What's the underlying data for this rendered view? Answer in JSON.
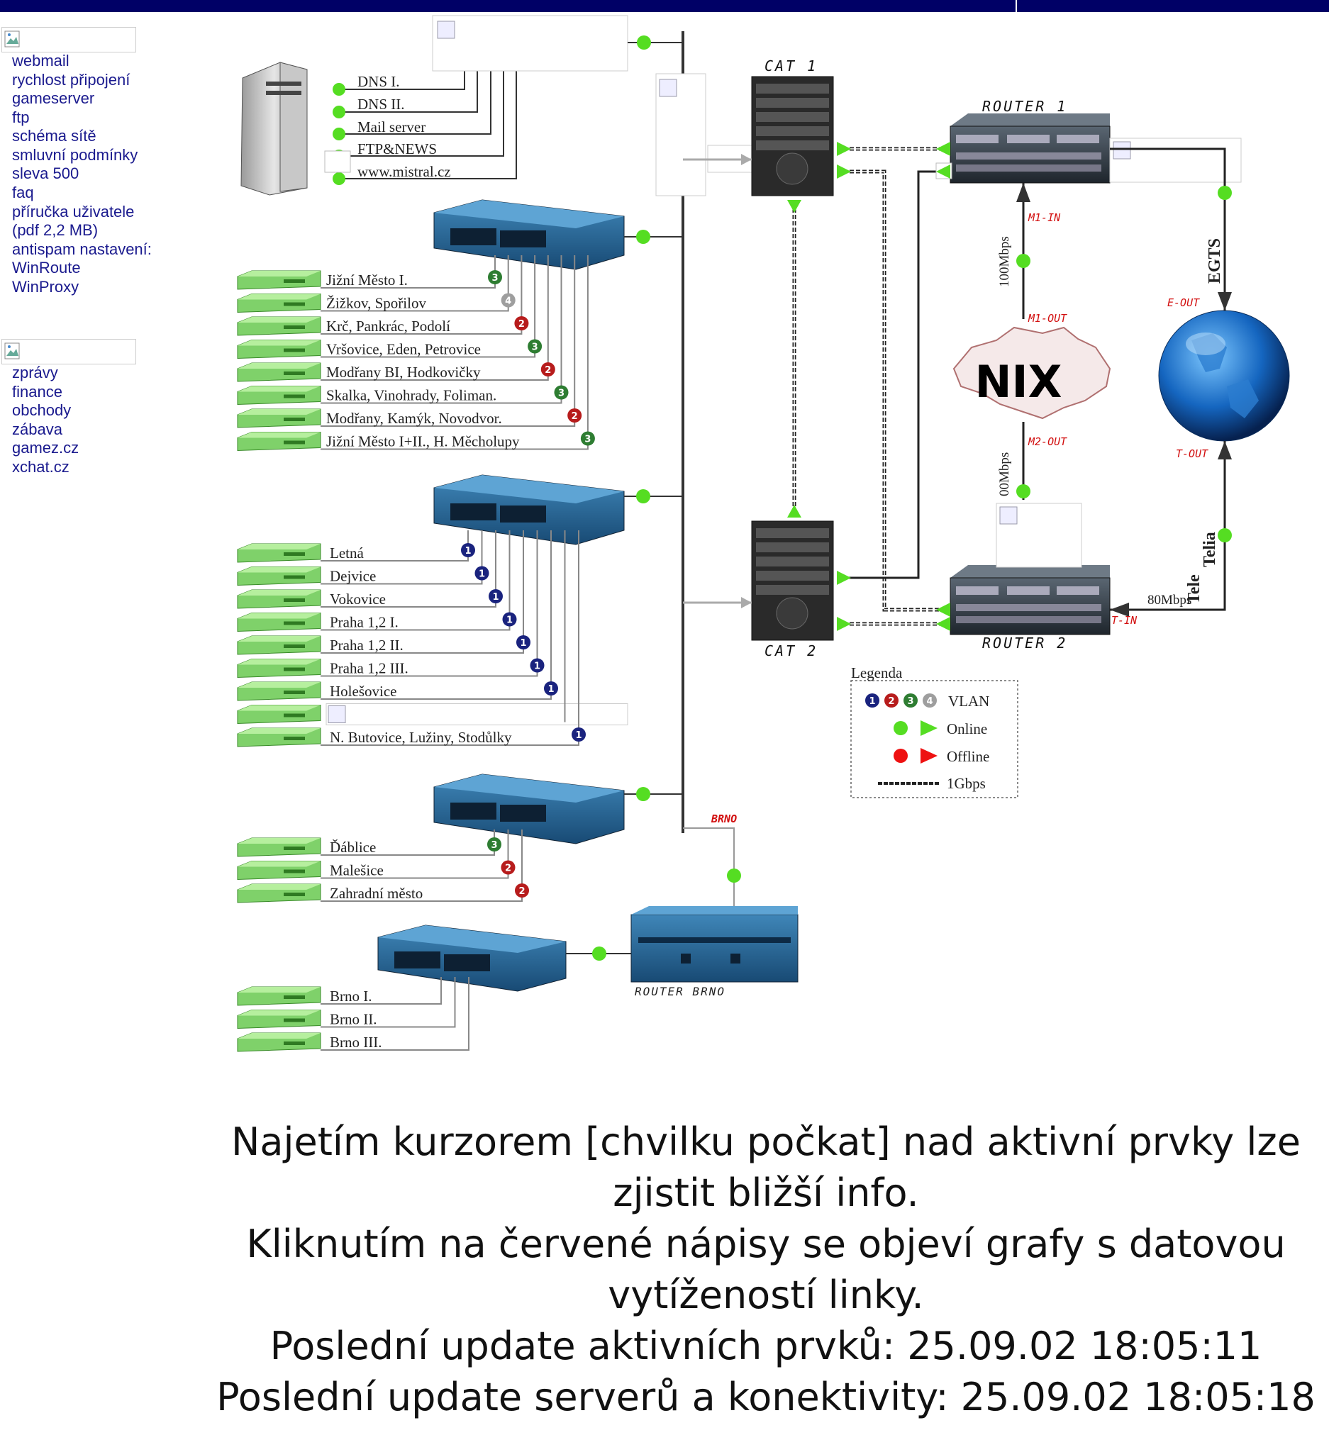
{
  "nav_group1": {
    "links": [
      "webmail",
      "rychlost připojení",
      "gameserver",
      "ftp",
      "schéma sítě",
      "smluvní podmínky",
      "sleva 500",
      "faq",
      "příručka uživatele",
      "(pdf 2,2 MB)",
      "antispam nastavení:",
      "WinRoute",
      "WinProxy"
    ]
  },
  "nav_group2": {
    "links": [
      "zprávy",
      "finance",
      "obchody",
      "zábava",
      "gamez.cz",
      "xchat.cz"
    ]
  },
  "servers": [
    "DNS I.",
    "DNS II.",
    "Mail server",
    "FTP&NEWS",
    "www.mistral.cz"
  ],
  "devices": {
    "cat1": "CAT 1",
    "cat2": "CAT 2",
    "router1": "ROUTER 1",
    "router2": "ROUTER 2",
    "router_brno": "ROUTER BRNO",
    "nix": "NIX",
    "egts": "EGTS",
    "telia_a": "Tele",
    "telia_b": "Telia"
  },
  "switch1_nodes": [
    {
      "name": "Jižní Město I.",
      "vlan": "3"
    },
    {
      "name": "Žižkov, Spořilov",
      "vlan": "4"
    },
    {
      "name": "Krč, Pankrác, Podolí",
      "vlan": "2"
    },
    {
      "name": "Vršovice, Eden, Petrovice",
      "vlan": "3"
    },
    {
      "name": "Modřany BI, Hodkovičky",
      "vlan": "2"
    },
    {
      "name": "Skalka, Vinohrady, Foliman.",
      "vlan": "3"
    },
    {
      "name": "Modřany, Kamýk, Novodvor.",
      "vlan": "2"
    },
    {
      "name": "Jižní Město I+II., H. Měcholupy",
      "vlan": "3"
    }
  ],
  "switch2_nodes": [
    {
      "name": "Letná",
      "vlan": "1"
    },
    {
      "name": "Dejvice",
      "vlan": "1"
    },
    {
      "name": "Vokovice",
      "vlan": "1"
    },
    {
      "name": "Praha 1,2 I.",
      "vlan": "1"
    },
    {
      "name": "Praha 1,2 II.",
      "vlan": "1"
    },
    {
      "name": "Praha 1,2 III.",
      "vlan": "1"
    },
    {
      "name": "Holešovice",
      "vlan": "1"
    },
    {
      "name": "",
      "vlan": ""
    },
    {
      "name": "N. Butovice, Lužiny, Stodůlky",
      "vlan": "1"
    }
  ],
  "switch3_nodes": [
    {
      "name": "Ďáblice",
      "vlan": "3"
    },
    {
      "name": "Malešice",
      "vlan": "2"
    },
    {
      "name": "Zahradní město",
      "vlan": "2"
    }
  ],
  "brno_nodes": [
    "Brno I.",
    "Brno II.",
    "Brno III."
  ],
  "link_labels": {
    "m1_in": "M1-IN",
    "m1_out": "M1-OUT",
    "m2_out": "M2-OUT",
    "e_out": "E-OUT",
    "t_out": "T-OUT",
    "t_in": "T-IN",
    "brno": "BRNO",
    "speed_top": "100Mbps",
    "speed_mid": "00Mbps",
    "speed_telia": "80Mbps"
  },
  "legend": {
    "title": "Legenda",
    "vlan": "VLAN",
    "online": "Online",
    "offline": "Offline",
    "gbps": "1Gbps"
  },
  "colors": {
    "online": "#55dd22",
    "offline": "#ee1111",
    "vlan1": "#1a237e",
    "vlan2": "#b71c1c",
    "vlan3": "#2e7d32",
    "vlan4": "#9e9e9e",
    "link_red": "#d21010",
    "nav_link": "#1a1a8e",
    "topbar": "#000066"
  },
  "footer": {
    "line1": "Najetím kurzorem [chvilku počkat] nad aktivní prvky lze",
    "line2": "zjistit bližší info.",
    "line3": "Kliknutím na červené nápisy se objeví grafy s datovou",
    "line4": "vytížeností linky.",
    "line5": "Poslední update aktivních prvků: 25.09.02 18:05:11",
    "line6": "Poslední update serverů a konektivity: 25.09.02 18:05:18"
  }
}
